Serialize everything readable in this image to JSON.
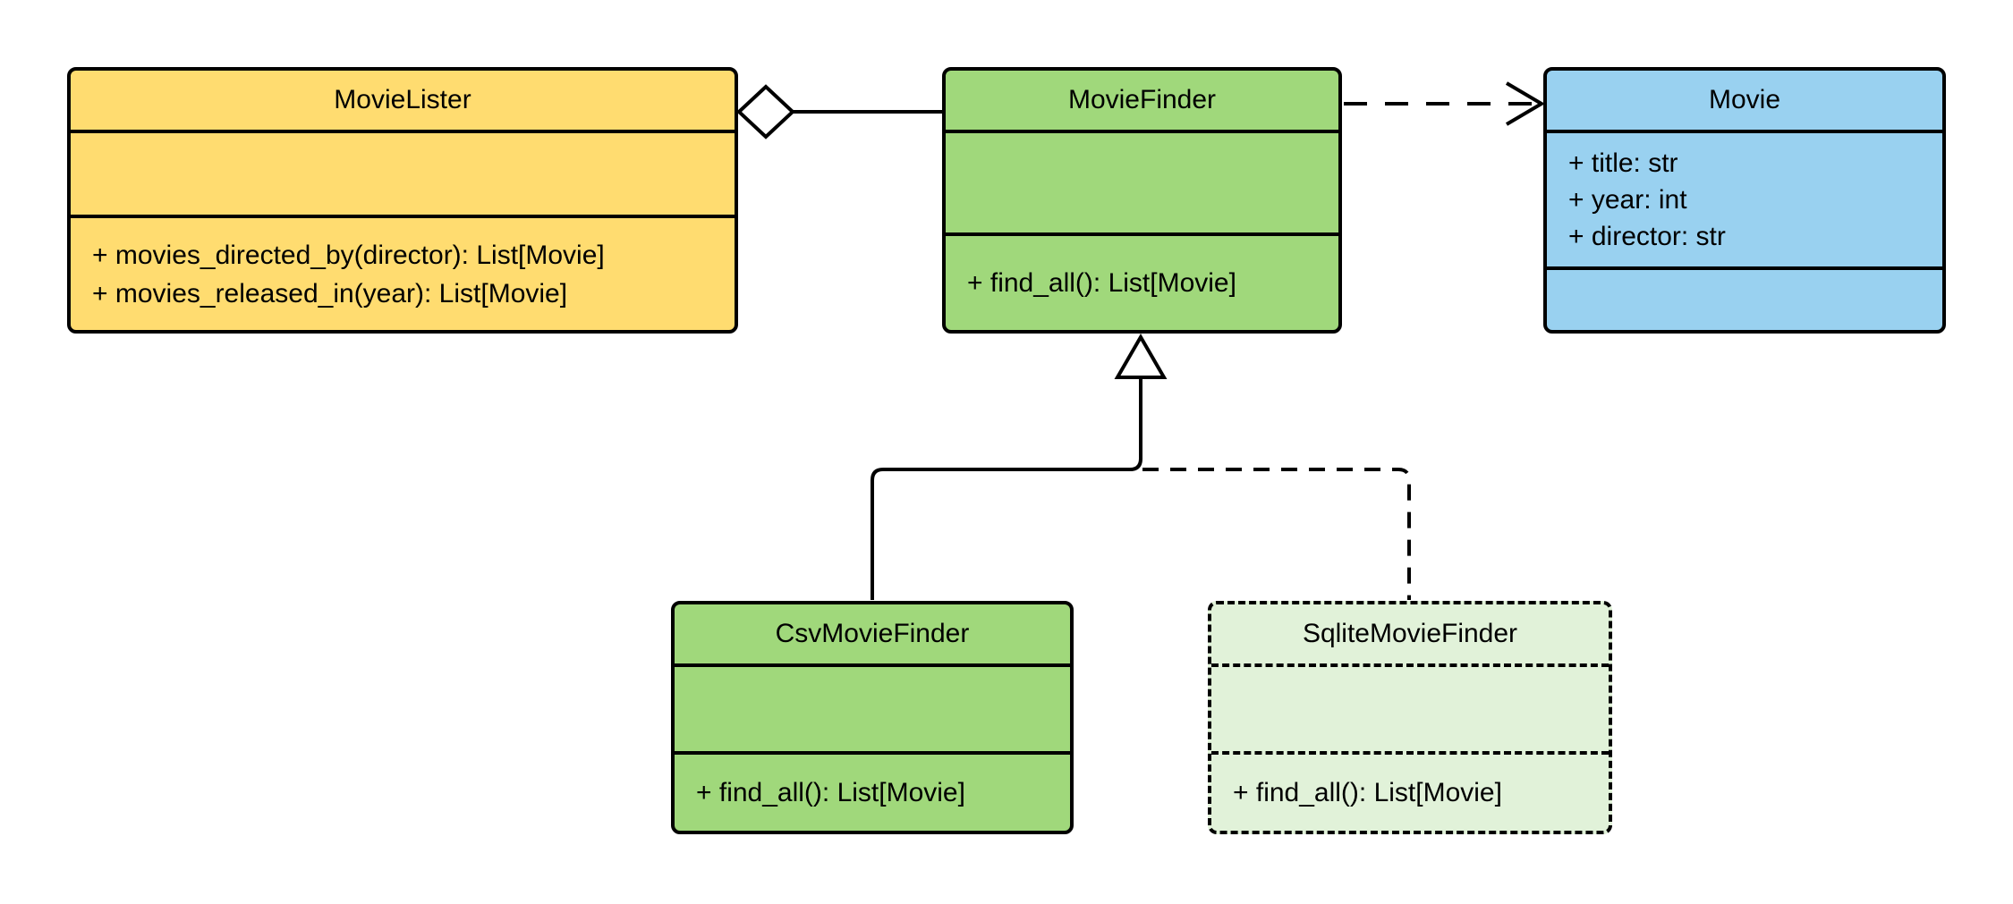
{
  "diagram": {
    "type": "uml_class_diagram",
    "background_color": "#ffffff",
    "line_color": "#000000",
    "classes": [
      {
        "name": "MovieLister",
        "fill": "#ffdc70",
        "border_style": "solid",
        "attributes": [],
        "methods": [
          "+ movies_directed_by(director): List[Movie]",
          "+ movies_released_in(year): List[Movie]"
        ]
      },
      {
        "name": "MovieFinder",
        "fill": "#a0d87b",
        "border_style": "solid",
        "attributes": [],
        "methods": [
          "+ find_all(): List[Movie]"
        ]
      },
      {
        "name": "Movie",
        "fill": "#99d1f0",
        "border_style": "solid",
        "attributes": [
          "+ title: str",
          "+ year: int",
          "+ director: str"
        ],
        "methods": []
      },
      {
        "name": "CsvMovieFinder",
        "fill": "#a0d87b",
        "border_style": "solid",
        "attributes": [],
        "methods": [
          "+ find_all(): List[Movie]"
        ]
      },
      {
        "name": "SqliteMovieFinder",
        "fill": "#e1f2d9",
        "border_style": "dashed",
        "attributes": [],
        "methods": [
          "+ find_all(): List[Movie]"
        ]
      }
    ],
    "relationships": [
      {
        "from": "MovieLister",
        "to": "MovieFinder",
        "type": "aggregation",
        "line": "solid",
        "marker": "hollow-diamond-at-MovieLister"
      },
      {
        "from": "MovieFinder",
        "to": "Movie",
        "type": "dependency",
        "line": "dashed",
        "marker": "open-arrow-at-Movie"
      },
      {
        "from": "CsvMovieFinder",
        "to": "MovieFinder",
        "type": "inheritance",
        "line": "solid",
        "marker": "hollow-triangle-at-MovieFinder"
      },
      {
        "from": "SqliteMovieFinder",
        "to": "MovieFinder",
        "type": "inheritance",
        "line": "dashed",
        "marker": "hollow-triangle-at-MovieFinder"
      }
    ]
  }
}
